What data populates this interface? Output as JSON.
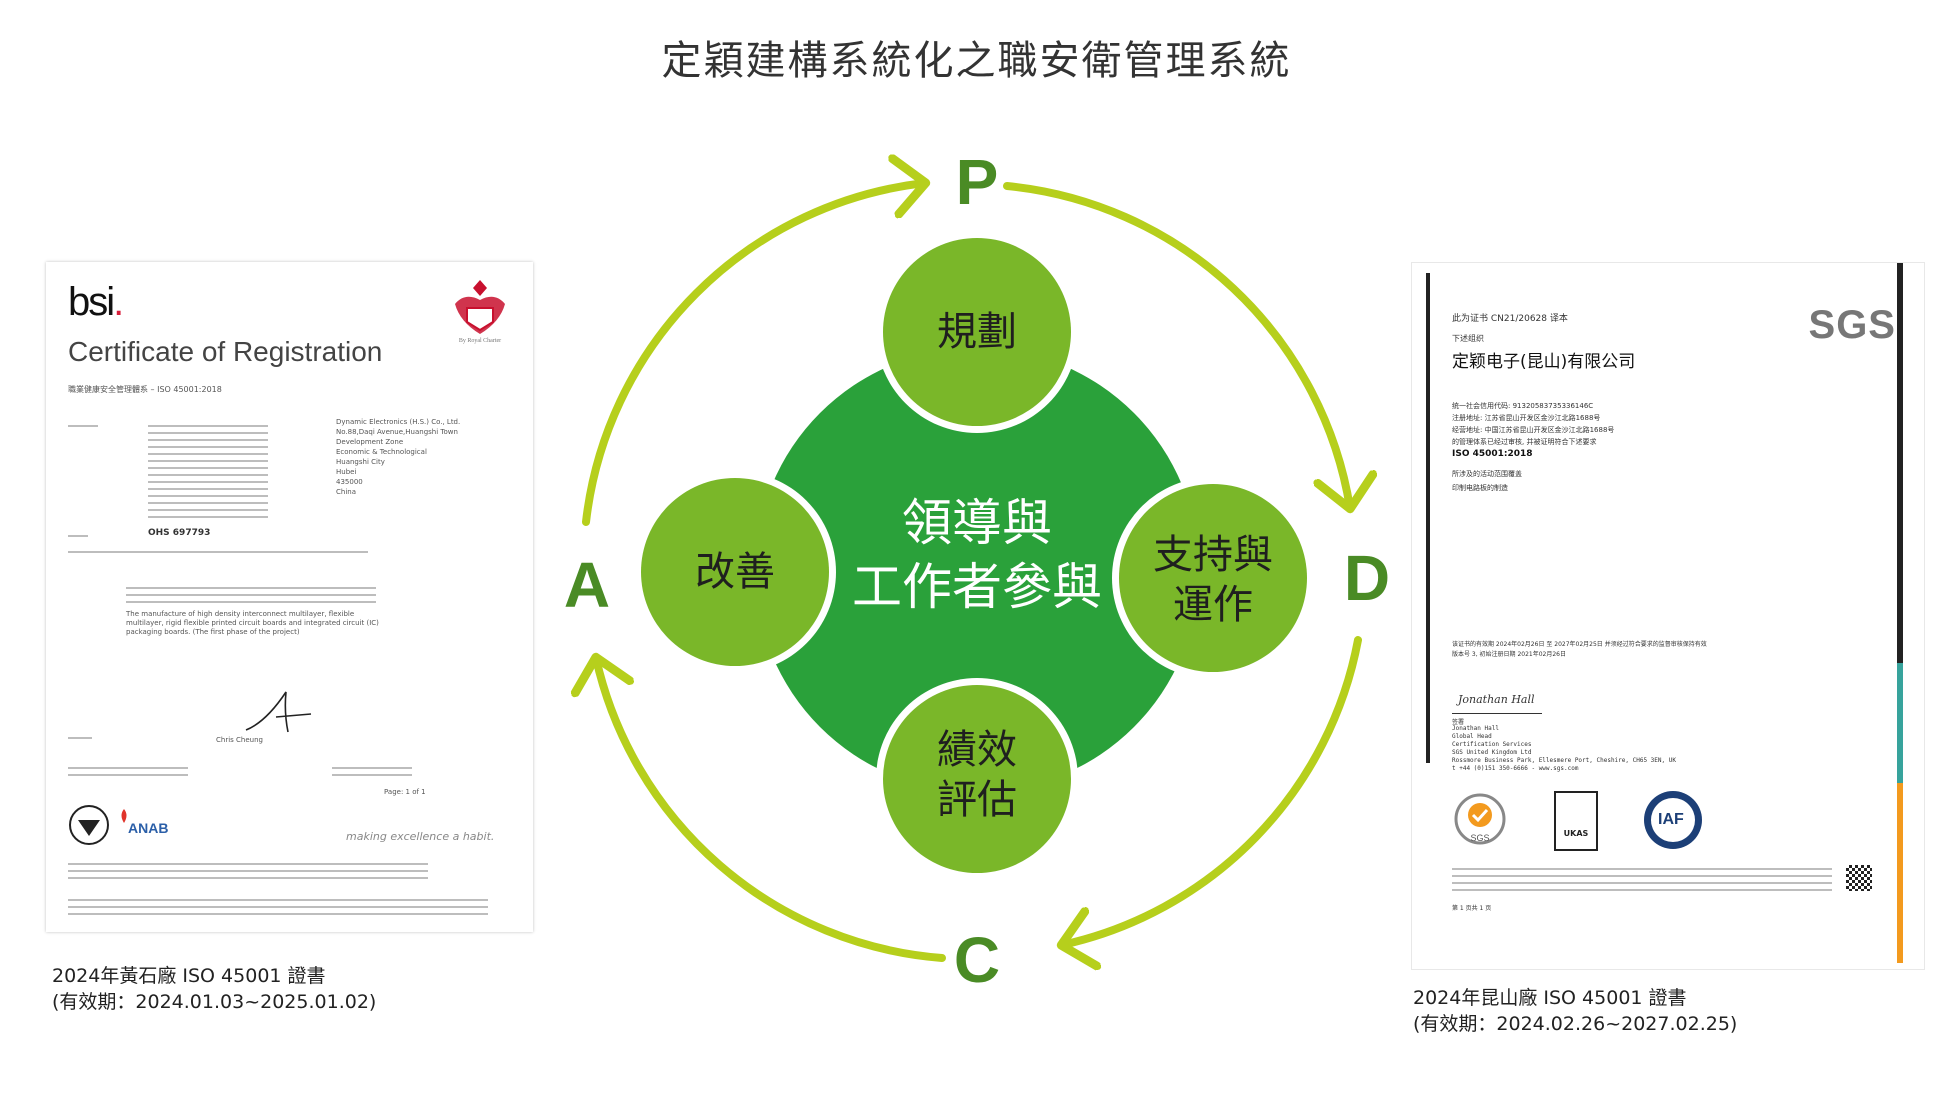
{
  "title": "定穎建構系統化之職安衛管理系統",
  "phases": {
    "p": "P",
    "d": "D",
    "c": "C",
    "a": "A"
  },
  "center": {
    "line1": "領導與",
    "line2": "工作者參與"
  },
  "nodes": {
    "top": "規劃",
    "right_line1": "支持與",
    "right_line2": "運作",
    "bottom_line1": "績效",
    "bottom_line2": "評估",
    "left": "改善"
  },
  "colors": {
    "arrow": "#b6cf1c",
    "center_fill": "#2aa13a",
    "node_fill": "#7ab729",
    "phase_text": "#4a8b25"
  },
  "left_certificate": {
    "brand": "bsi",
    "heading": "Certificate of Registration",
    "scheme": "職業健康安全管理體系 – ISO 45001:2018",
    "company_en": "Dynamic Electronics (H.S.) Co., Ltd.",
    "address_en_1": "No.88,Daqi Avenue,Huangshi Town",
    "address_en_2": "Development Zone",
    "address_en_3": "Economic & Technological",
    "address_en_4": "Huangshi City",
    "address_en_5": "Hubei",
    "address_en_6": "435000",
    "address_en_7": "China",
    "cert_no": "OHS 697793",
    "scope_en": "The manufacture of high density interconnect multilayer, flexible multilayer, rigid flexible printed circuit boards and integrated circuit (IC) packaging boards. (The first phase of the project)",
    "signatory": "Chris Cheung",
    "logo_anab": "ANAB",
    "motto": "making excellence a habit.",
    "page": "Page: 1 of 1",
    "caption_line1": "2024年黃石廠 ISO 45001 證書",
    "caption_line2": "(有效期：2024.01.03~2025.01.02)"
  },
  "right_certificate": {
    "brand": "SGS",
    "cert_no_line": "此为证书 CN21/20628 译本",
    "org_label": "下述组织",
    "company": "定颖电子(昆山)有限公司",
    "credit_code": "统一社会信用代码: 91320583735336146C",
    "reg_address": "注册地址: 江苏省昆山开发区金沙江北路1688号",
    "op_address": "经营地址: 中国江苏省昆山开发区金沙江北路1688号",
    "statement": "的管理体系已经过审核, 并被证明符合下述要求",
    "standard": "ISO 45001:2018",
    "scope_label": "所涉及的活动范围覆盖",
    "scope": "印制电路板的制造",
    "validity": "该证书的有效期 2024年02月26日 至 2027年02月25日 并须经过符合要求的监督审核保持有效",
    "version": "版本号 3, 初始注册日期 2021年02月26日",
    "signature": "Jonathan Hall",
    "signer_label": "签署",
    "signer_name": "Jonathan Hall",
    "signer_title_1": "Global Head",
    "signer_title_2": "Certification Services",
    "signer_org": "SGS United Kingdom Ltd",
    "signer_address": "Rossmore Business Park, Ellesmere Port, Cheshire, CH65 3EN, UK",
    "signer_contact": "t +44 (0)151 350-6666 - www.sgs.com",
    "logo_ukas": "UKAS",
    "logo_iaf": "IAF",
    "page": "第 1 页共 1 页",
    "caption_line1": "2024年昆山廠 ISO 45001 證書",
    "caption_line2": "(有效期：2024.02.26~2027.02.25)"
  }
}
